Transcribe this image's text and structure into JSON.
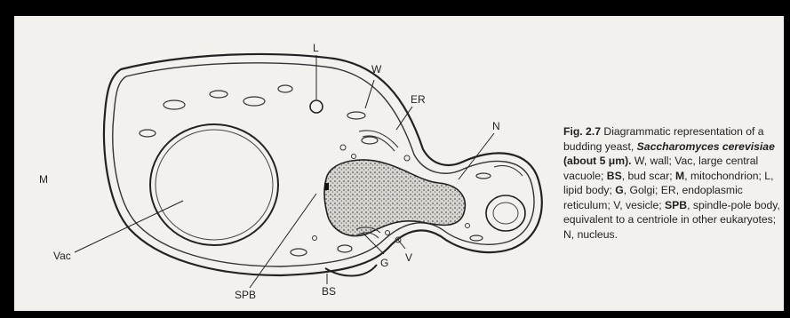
{
  "diagram": {
    "labels": {
      "L": "L",
      "W": "W",
      "ER": "ER",
      "N": "N",
      "Vac": "Vac",
      "M": "M",
      "SPB": "SPB",
      "BS": "BS",
      "G": "G",
      "V": "V"
    }
  },
  "caption": {
    "fig_number": "Fig. 2.7",
    "intro": "Diagrammatic representation of a budding yeast,",
    "species": "Saccharomyces cerevisiae",
    "size_note": "(about 5 μm).",
    "body_1": "W, wall; Vac, large central vacuole;",
    "bold_bs": "BS",
    "body_2": ", bud scar;",
    "bold_m": "M",
    "body_3": ", mitochondrion; L, lipid body;",
    "bold_g": "G",
    "body_4": ", Golgi; ER, endoplasmic reticulum; V, vesicle;",
    "bold_spb": "SPB",
    "body_5": ", spindle-pole body, equivalent to a centriole in other eukaryotes; N, nucleus."
  }
}
